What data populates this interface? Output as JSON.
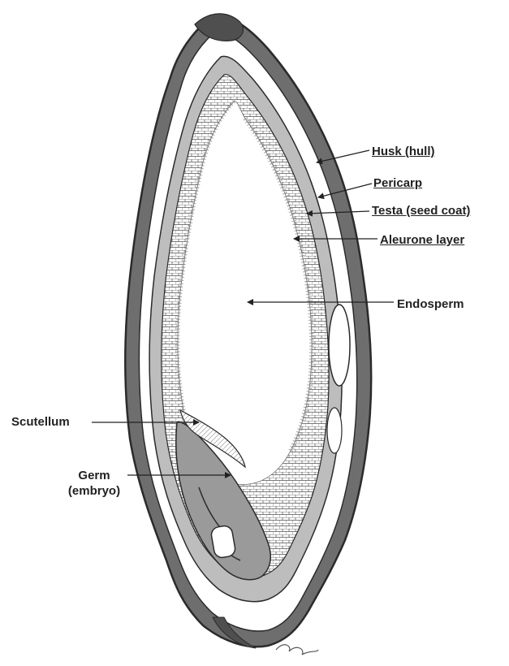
{
  "labels": {
    "husk": "Husk (hull)",
    "pericarp": "Pericarp",
    "testa": "Testa (seed coat)",
    "aleurone": "Aleurone layer",
    "endosperm": "Endosperm",
    "scutellum": "Scutellum",
    "germ_line1": "Germ",
    "germ_line2": "(embryo)"
  },
  "colors": {
    "ink": "#2b2b2b",
    "husk_fill": "#6e6e6e",
    "layer_fill": "#bdbdbd",
    "background": "#ffffff"
  }
}
